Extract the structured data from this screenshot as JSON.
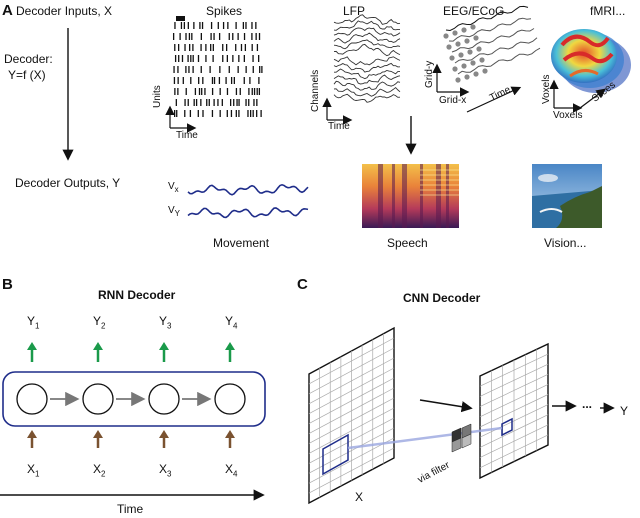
{
  "panelA": {
    "letter": "A",
    "inputs_label": "Decoder Inputs, X",
    "decoder_label_1": "Decoder:",
    "decoder_label_2": "Y=f (X)",
    "outputs_label": "Decoder Outputs, Y",
    "modalities": {
      "spikes": "Spikes",
      "lfp": "LFP",
      "eeg": "EEG/ECoG",
      "fmri": "fMRI..."
    },
    "axes": {
      "units": "Units",
      "time": "Time",
      "channels": "Channels",
      "grid_y": "Grid-y",
      "grid_x": "Grid-x",
      "voxels": "Voxels",
      "slices": "Slices"
    },
    "outputs": {
      "movement": "Movement",
      "speech": "Speech",
      "vision": "Vision...",
      "vx": "V",
      "vx_sub": "x",
      "vy": "V",
      "vy_sub": "Y"
    }
  },
  "panelB": {
    "letter": "B",
    "title": "RNN Decoder",
    "y_labels": [
      "Y",
      "Y",
      "Y",
      "Y"
    ],
    "y_subs": [
      "1",
      "2",
      "3",
      "4"
    ],
    "x_labels": [
      "X",
      "X",
      "X",
      "X"
    ],
    "x_subs": [
      "1",
      "2",
      "3",
      "4"
    ],
    "time_label": "Time"
  },
  "panelC": {
    "letter": "C",
    "title": "CNN Decoder",
    "x_label": "X",
    "via_filter": "via filter",
    "dots": "...",
    "y_label": "Y"
  },
  "colors": {
    "blue": "#1f2d8a",
    "green": "#1a9a4a",
    "brown": "#7a5230",
    "gray_arrow": "#777777"
  }
}
